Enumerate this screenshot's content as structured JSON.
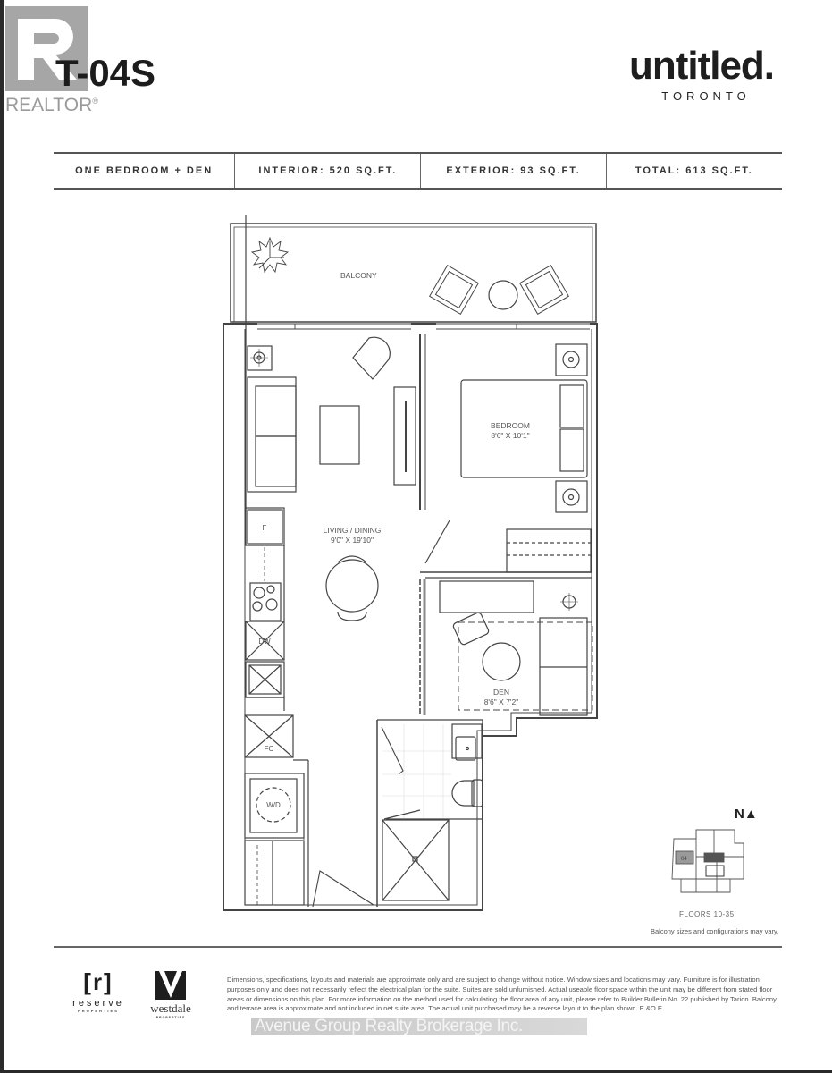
{
  "realtor_badge": {
    "letter": "R",
    "label": "REALTOR",
    "mark": "®"
  },
  "unit": {
    "name": "T-04S"
  },
  "brand": {
    "name": "untitled.",
    "city": "TORONTO"
  },
  "specs": [
    {
      "label": "ONE BEDROOM + DEN"
    },
    {
      "label": "INTERIOR: 520 SQ.FT."
    },
    {
      "label": "EXTERIOR: 93 SQ.FT."
    },
    {
      "label": "TOTAL: 613 SQ.FT."
    }
  ],
  "floorplan": {
    "rooms": [
      {
        "name": "BALCONY",
        "dims": ""
      },
      {
        "name": "BEDROOM",
        "dims": "8'6\" X 10'1\""
      },
      {
        "name": "LIVING / DINING",
        "dims": "9'0\" X 19'10\""
      },
      {
        "name": "DEN",
        "dims": "8'6\" X 7'2\""
      }
    ],
    "fixture_labels": {
      "fridge": "F",
      "dishwasher": "DW",
      "coat_closet": "FC",
      "washer_dryer": "W/D"
    }
  },
  "keyplan": {
    "north_label": "N▲",
    "unit_tag": "04",
    "floors": "FLOORS 10-35",
    "note": "Balcony sizes and configurations may vary."
  },
  "footer": {
    "developer_1": {
      "mark": "[r]",
      "name": "reserve",
      "sub": "PROPERTIES"
    },
    "developer_2": {
      "name": "westdale",
      "sub": "PROPERTIES"
    },
    "disclaimer": "Dimensions, specifications, layouts and materials are approximate only and are subject to change without notice. Window sizes and locations may vary. Furniture is for illustration purposes only and does not necessarily reflect the electrical plan for the suite. Suites are sold unfurnished. Actual useable floor space within the unit may be different from stated floor areas or dimensions on this plan.  For more information on the method used for calculating the floor area of any unit, please refer to Builder Bulletin No. 22 published by Tarion. Balcony and terrace area is approximate and not included in net suite area. The actual unit purchased may be a reverse layout to the plan shown. E.&O.E.",
    "watermark": "Avenue Group Realty Brokerage Inc."
  }
}
